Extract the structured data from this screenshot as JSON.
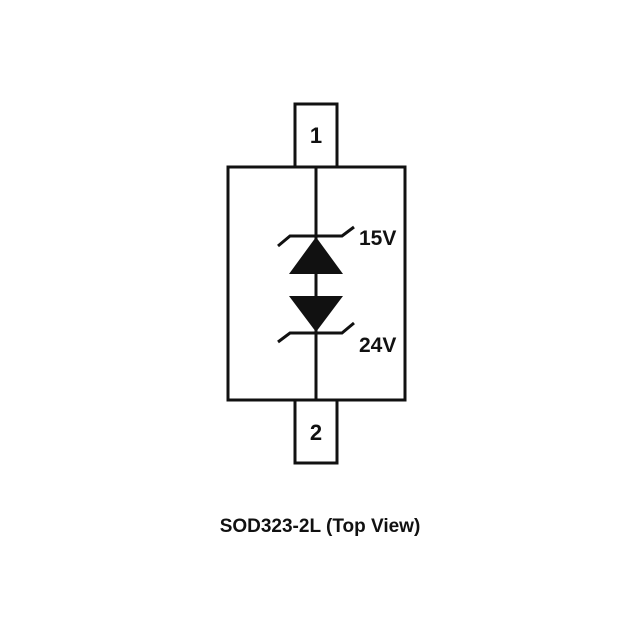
{
  "diagram": {
    "package": "SOD323-2L",
    "pins": [
      {
        "number": "1",
        "position": "top"
      },
      {
        "number": "2",
        "position": "bottom"
      }
    ],
    "diodes": [
      {
        "type": "zener",
        "voltage": "15V",
        "orientation": "anode-down, cathode-up (toward pin 1)"
      },
      {
        "type": "zener",
        "voltage": "24V",
        "orientation": "anode-up, cathode-down (toward pin 2)"
      }
    ],
    "caption": "SOD323-2L (Top View)",
    "colors": {
      "line": "#111111",
      "background": "#ffffff"
    }
  }
}
